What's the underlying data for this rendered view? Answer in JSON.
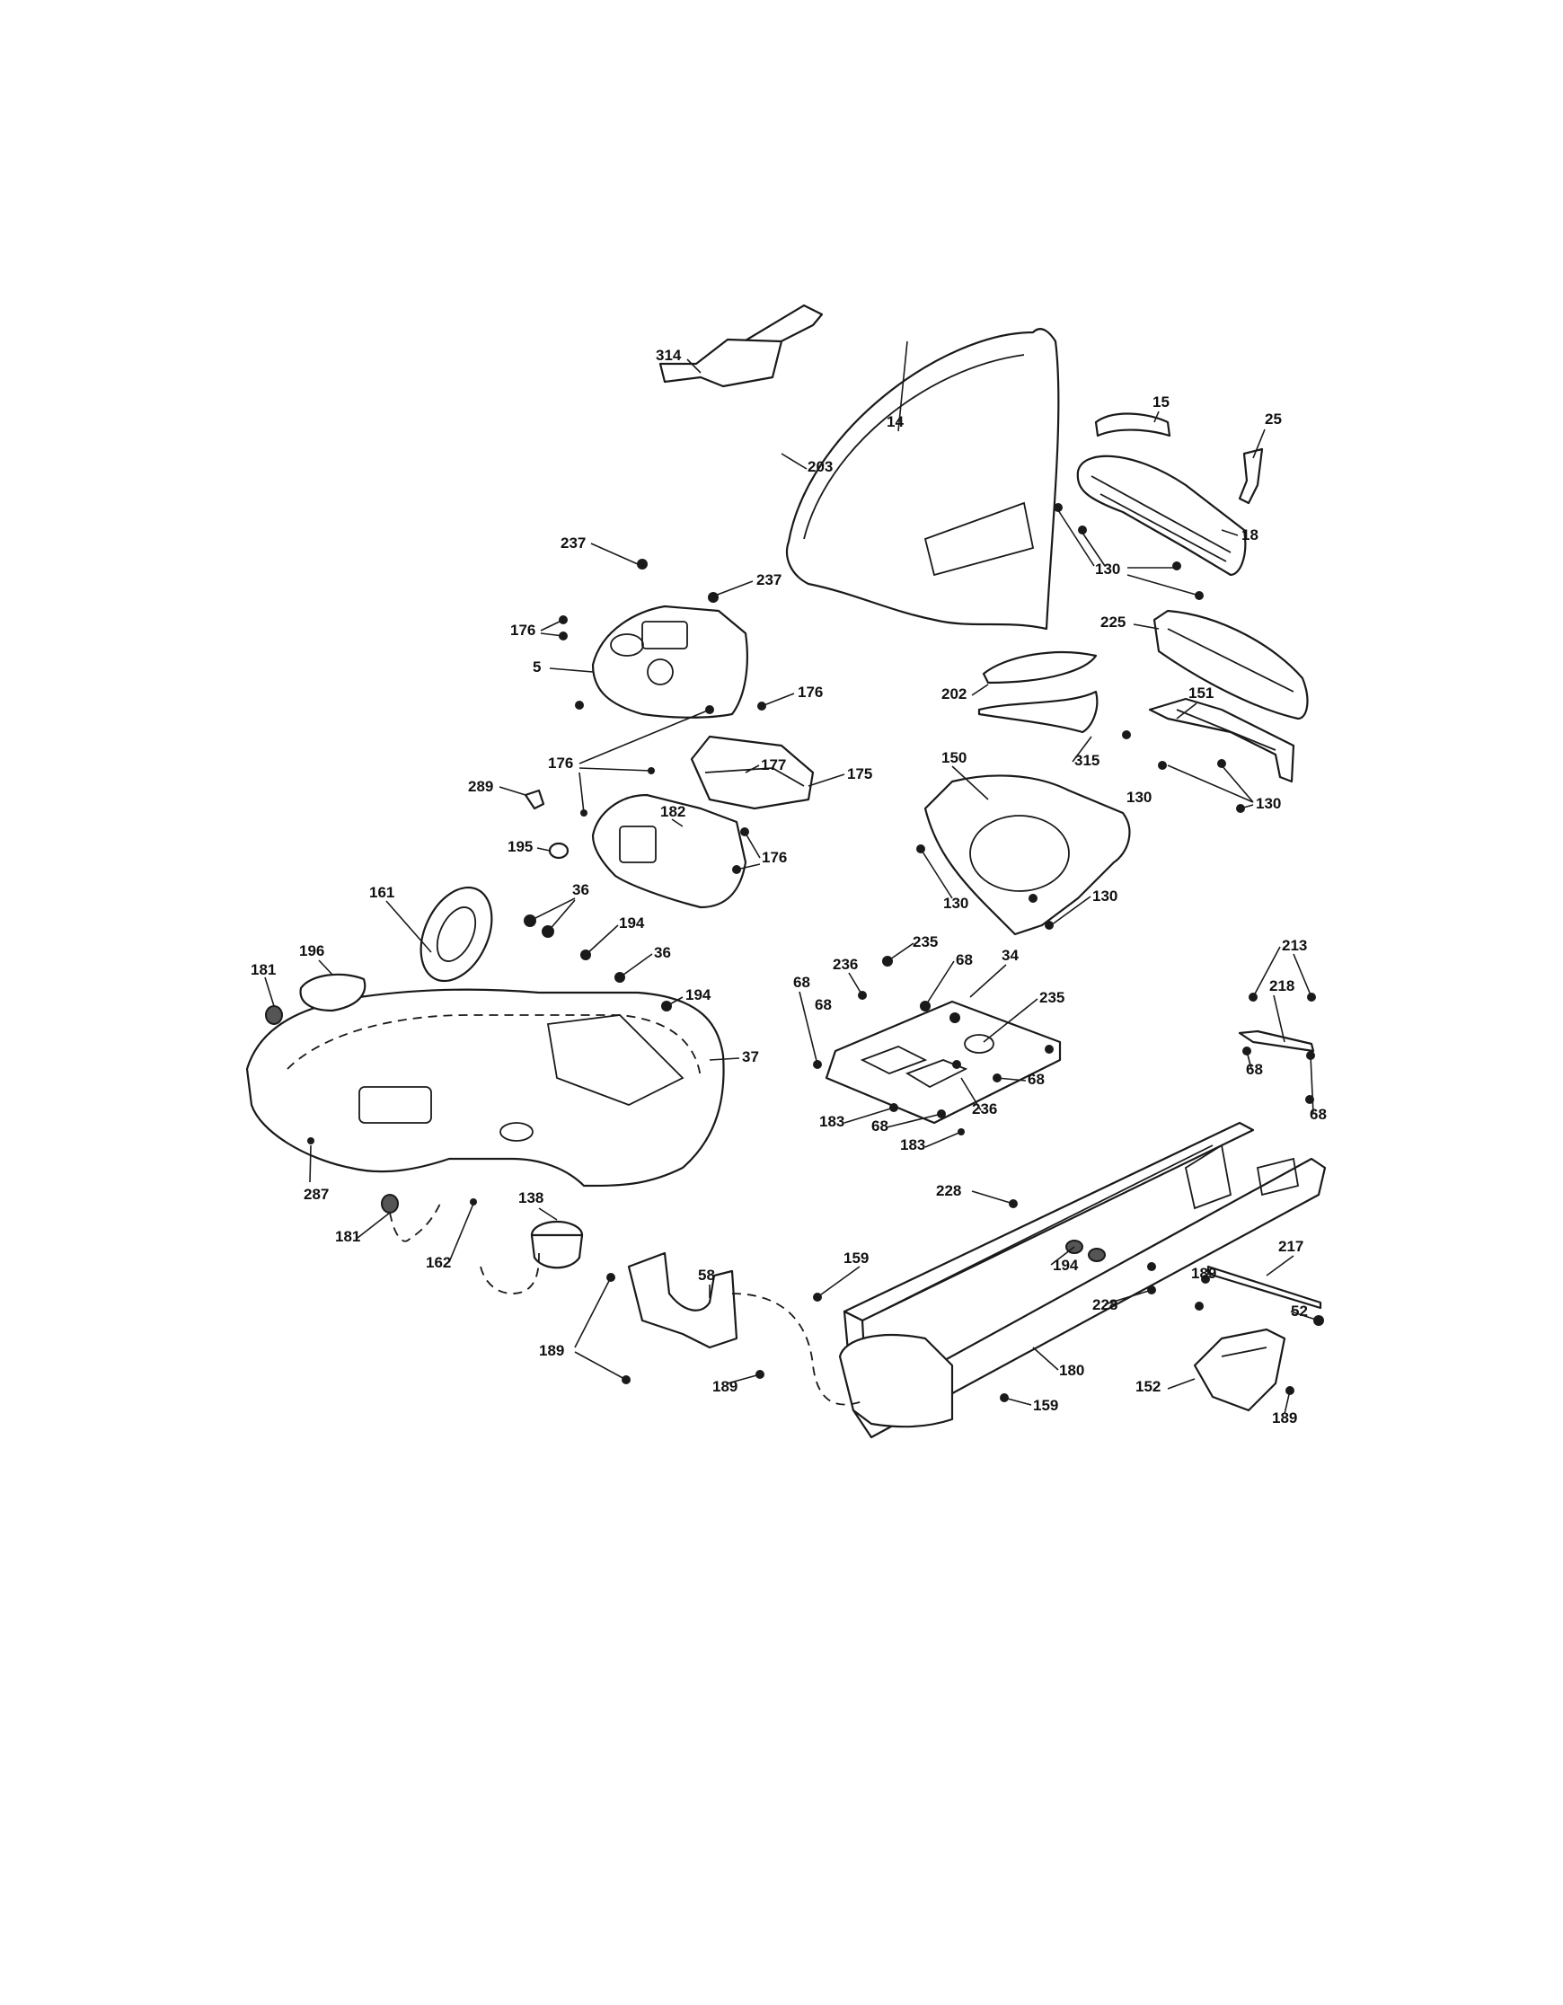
{
  "callouts": [
    "15",
    "25",
    "14",
    "203",
    "314",
    "18",
    "130",
    "130",
    "237",
    "237",
    "176",
    "5",
    "176",
    "225",
    "202",
    "151",
    "315",
    "176",
    "177",
    "175",
    "150",
    "130",
    "289",
    "182",
    "195",
    "176",
    "130",
    "130",
    "161",
    "36",
    "36",
    "194",
    "194",
    "235",
    "68",
    "34",
    "236",
    "68",
    "235",
    "196",
    "181",
    "37",
    "68",
    "213",
    "218",
    "68",
    "236",
    "68",
    "183",
    "68",
    "183",
    "68",
    "228",
    "287",
    "181",
    "162",
    "138",
    "159",
    "194",
    "217",
    "189",
    "58",
    "189",
    "228",
    "52",
    "189",
    "180",
    "159",
    "152",
    "189"
  ]
}
